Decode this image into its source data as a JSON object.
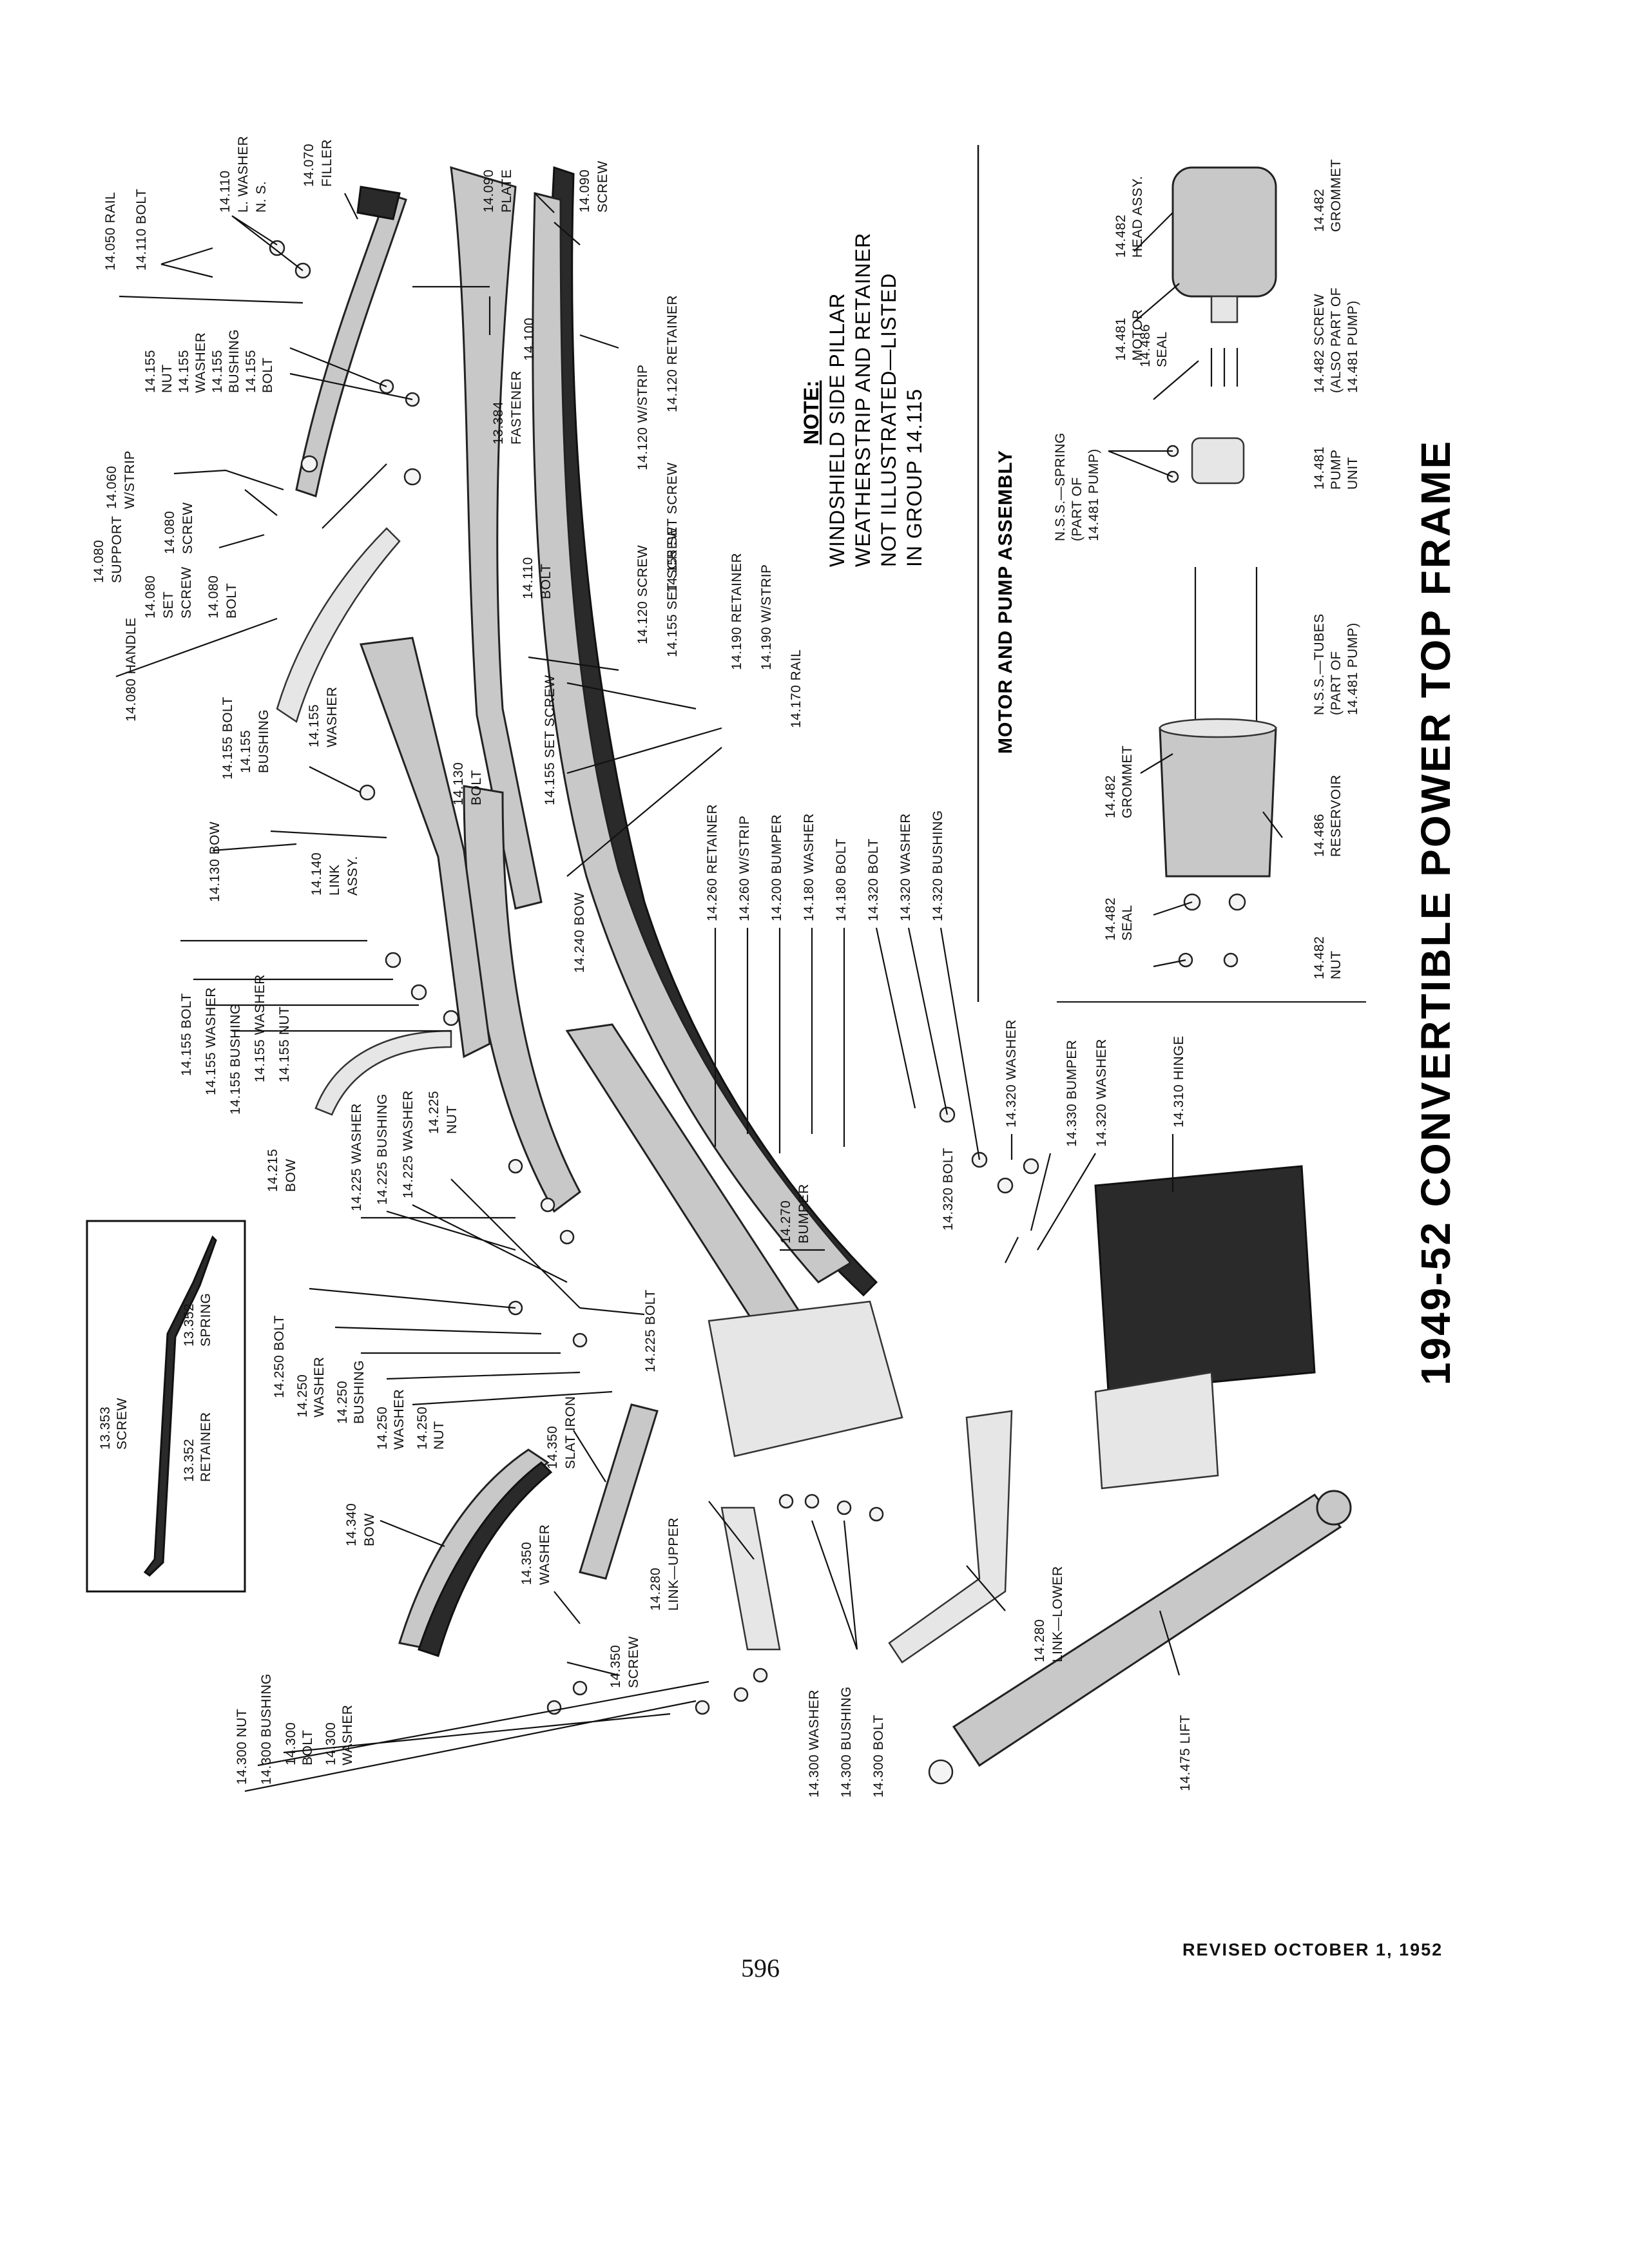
{
  "title": "1949-52 CONVERTIBLE POWER TOP FRAME",
  "page_number": "596",
  "revised": "REVISED OCTOBER 1, 1952",
  "note": {
    "heading": "NOTE:",
    "lines": [
      "WINDSHIELD SIDE PILLAR",
      "WEATHERSTRIP AND RETAINER",
      "NOT ILLUSTRATED—LISTED",
      "IN GROUP 14.115"
    ]
  },
  "motor_section_title": "MOTOR AND PUMP ASSEMBLY",
  "top_labels": [
    "14.050 RAIL",
    "14.110 BOLT",
    "14.110",
    "L. WASHER",
    "N. S.",
    "14.070",
    "FILLER",
    "14.155",
    "NUT",
    "14.155",
    "WASHER",
    "14.155",
    "BUSHING",
    "14.155",
    "BOLT",
    "14.090",
    "PLATE",
    "14.090",
    "SCREW",
    "14.060",
    "W/STRIP",
    "14.100",
    "13.384",
    "FASTENER",
    "14.120 W/STRIP",
    "14.120 RETAINER",
    "14.080",
    "SCREW",
    "14.155 SET SCREW",
    "14.080",
    "SUPPORT",
    "14.080",
    "SET",
    "SCREW",
    "14.080",
    "BOLT",
    "14.080 HANDLE",
    "14.110",
    "BOLT",
    "14.120 SCREW",
    "14.155 SET SCREW",
    "14.190 RETAINER",
    "14.190 W/STRIP",
    "14.170 RAIL",
    "14.155 BOLT",
    "14.155",
    "BUSHING",
    "14.155",
    "WASHER",
    "14.130",
    "BOLT",
    "14.155 SET SCREW",
    "14.130 BOW",
    "14.140",
    "LINK",
    "ASSY.",
    "14.240 BOW"
  ],
  "middle_labels": [
    "14.260 RETAINER",
    "14.260 W/STRIP",
    "14.200 BUMPER",
    "14.180 WASHER",
    "14.180 BOLT",
    "14.320 BOLT",
    "14.320 WASHER",
    "14.320 BUSHING",
    "14.155 BOLT",
    "14.155 WASHER",
    "14.155 BUSHING",
    "14.155 WASHER",
    "14.155 NUT",
    "14.215",
    "BOW",
    "14.225 WASHER",
    "14.225 BUSHING",
    "14.225 WASHER",
    "14.225",
    "NUT",
    "14.320 WASHER",
    "14.330 BUMPER",
    "14.320 WASHER",
    "14.310 HINGE",
    "14.320 BOLT",
    "14.270",
    "BUMPER",
    "14.225 BOLT"
  ],
  "lower_labels": [
    "13.353",
    "SCREW",
    "13.352",
    "RETAINER",
    "13.352",
    "SPRING",
    "14.250 BOLT",
    "14.250",
    "WASHER",
    "14.250",
    "BUSHING",
    "14.250",
    "WASHER",
    "14.250",
    "NUT",
    "14.350",
    "SLAT IRON",
    "14.340",
    "BOW",
    "14.350",
    "WASHER",
    "14.280",
    "LINK—UPPER",
    "14.350",
    "SCREW",
    "14.300 NUT",
    "14.300 BUSHING",
    "14.300",
    "BOLT",
    "14.300",
    "WASHER",
    "14.300 WASHER",
    "14.300 BUSHING",
    "14.300 BOLT",
    "14.280",
    "LINK—LOWER",
    "14.475 LIFT"
  ],
  "motor_labels": [
    "14.482",
    "HEAD ASSY.",
    "14.482",
    "GROMMET",
    "14.481",
    "MOTOR",
    "14.486",
    "SEAL",
    "14.482 SCREW",
    "(ALSO PART OF",
    "14.481 PUMP)",
    "N.S.S.—SPRING",
    "(PART OF",
    "14.481 PUMP)",
    "14.481",
    "PUMP",
    "UNIT",
    "N.S.S.—TUBES",
    "(PART OF",
    "14.481 PUMP)",
    "14.482",
    "GROMMET",
    "14.486",
    "RESERVOIR",
    "14.482",
    "SEAL",
    "14.482",
    "NUT"
  ],
  "colors": {
    "ink": "#111111",
    "paper": "#ffffff",
    "metal": "#c8c8c8",
    "weatherstrip": "#2a2a2a"
  }
}
